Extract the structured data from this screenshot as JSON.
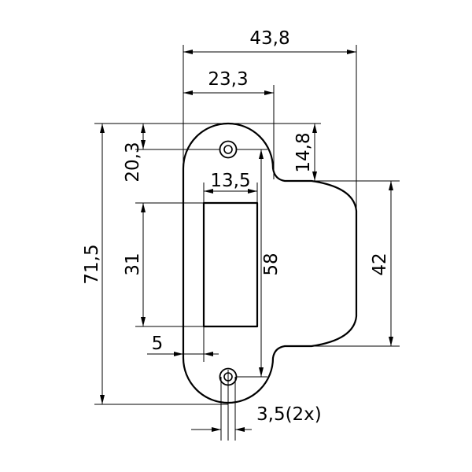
{
  "dimensions": {
    "overall_width": "43,8",
    "center_to_lip_edge": "23,3",
    "top_to_screw_center": "20,3",
    "top_to_lip": "14,8",
    "slot_width": "13,5",
    "slot_height": "31",
    "plate_height": "71,5",
    "screw_spacing": "58",
    "lip_height": "42",
    "edge_to_slot": "5",
    "screw_hole_diameter": "3,5(2x)"
  }
}
